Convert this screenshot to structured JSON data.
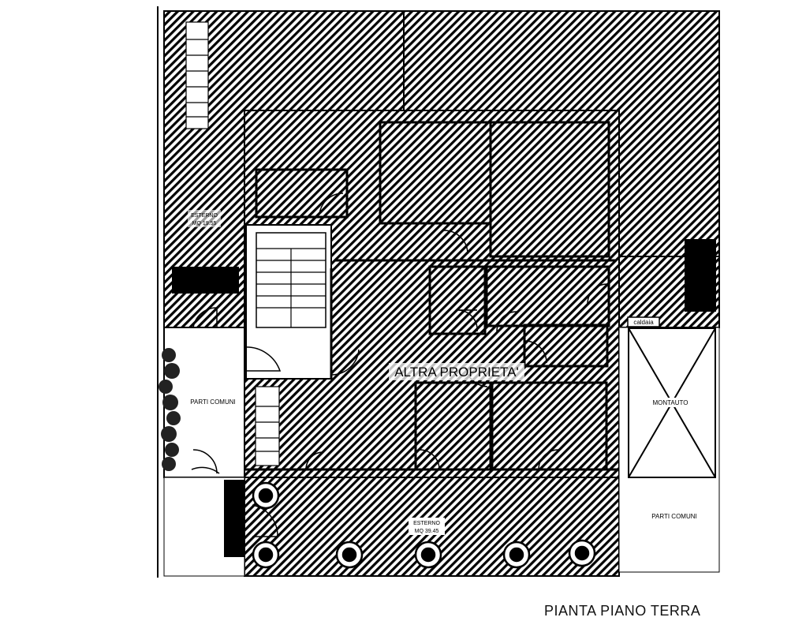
{
  "plan": {
    "title": "PIANTA PIANO TERRA",
    "labels": {
      "esterno_top": "ESTERNO",
      "esterno_top_area": "MQ 19.55",
      "esterno_bottom": "ESTERNO",
      "esterno_bottom_area": "MQ 39.45",
      "altra_proprieta": "ALTRA PROPRIETA'",
      "parti_comuni_left": "PARTI COMUNI",
      "parti_comuni_right": "PARTI COMUNI",
      "montauto": "MONTAUTO",
      "caldaia": "caldaia"
    },
    "colors": {
      "line": "#000000",
      "background": "#ffffff",
      "solid_block": "#000000"
    }
  }
}
